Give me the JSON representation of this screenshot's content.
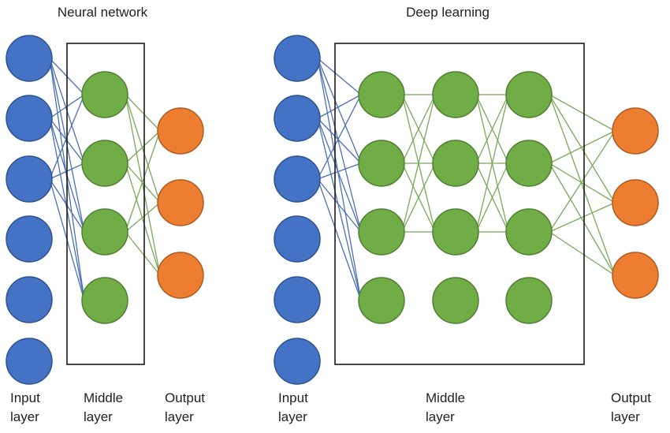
{
  "colors": {
    "input": "#4472c4",
    "input_stroke": "#2f528f",
    "hidden": "#70ad47",
    "hidden_stroke": "#507e32",
    "output": "#ed7d31",
    "output_stroke": "#ae5a21"
  },
  "neural_network": {
    "title": "Neural network",
    "input_count": 6,
    "hidden_count": 4,
    "output_count": 3,
    "connected_inputs": 3,
    "connected_hidden": 3,
    "labels": {
      "input": [
        "Input",
        "layer"
      ],
      "middle": [
        "Middle",
        "layer"
      ],
      "output": [
        "Output",
        "layer"
      ]
    }
  },
  "deep_learning": {
    "title": "Deep learning",
    "input_count": 6,
    "hidden_layers": 3,
    "hidden_count": 4,
    "output_count": 3,
    "connected_inputs": 3,
    "connected_hidden": 3,
    "labels": {
      "input": [
        "Input",
        "layer"
      ],
      "middle": [
        "Middle",
        "layer"
      ],
      "output": [
        "Output",
        "layer"
      ]
    }
  }
}
